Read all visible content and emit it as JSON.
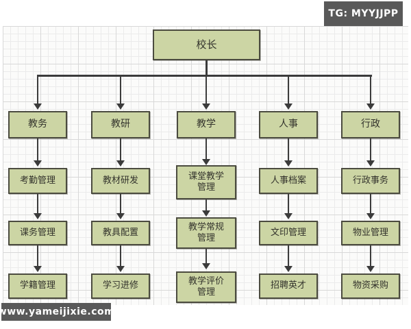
{
  "overlay": {
    "badge_top": "TG: MYYJJPP",
    "watermark_bottom": "www.yameijixie.com"
  },
  "colors": {
    "node_fill": "#ccd5a4",
    "node_border": "#4b4b3f",
    "connector": "#3b3b3b",
    "overlay_bg": "#595959",
    "overlay_text": "#ffffff",
    "canvas_bg": "#fbfbfa",
    "grid_line": "#d8d8d8"
  },
  "chart": {
    "type": "org-tree",
    "root": "校长",
    "branches": [
      {
        "label": "教务",
        "children": [
          "考勤管理",
          "课务管理",
          "学籍管理"
        ]
      },
      {
        "label": "教研",
        "children": [
          "教材研发",
          "教具配置",
          "学习进修"
        ]
      },
      {
        "label": "教学",
        "children": [
          "课堂教学\n管理",
          "教学常规\n管理",
          "教学评价\n管理"
        ]
      },
      {
        "label": "人事",
        "children": [
          "人事档案",
          "文印管理",
          "招聘英才"
        ]
      },
      {
        "label": "行政",
        "children": [
          "行政事务",
          "物业管理",
          "物资采购"
        ]
      }
    ]
  }
}
